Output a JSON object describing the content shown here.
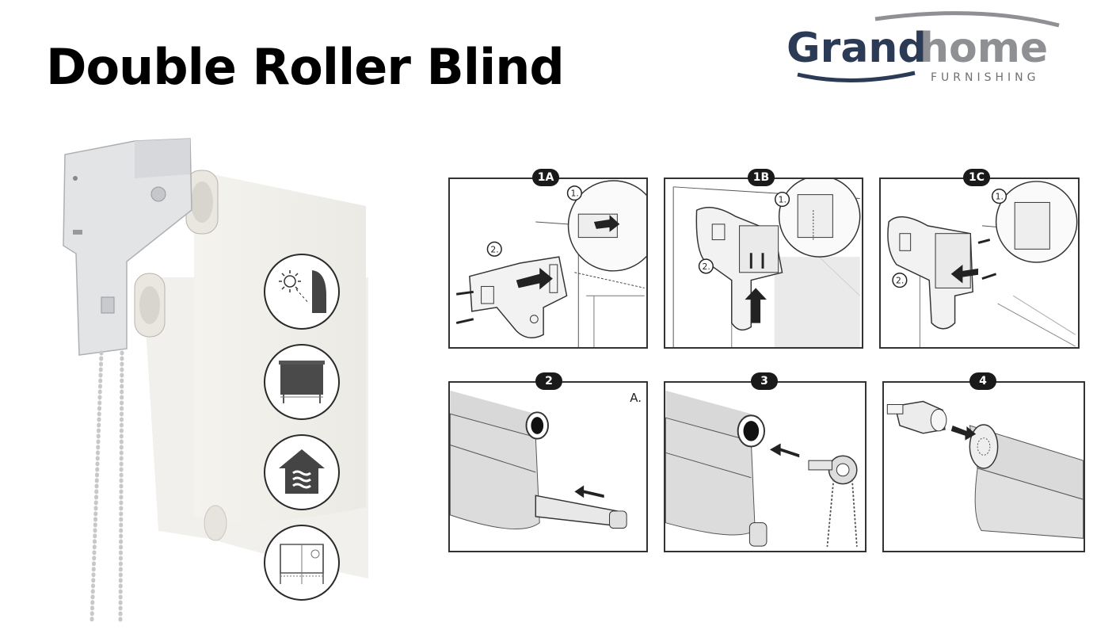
{
  "title": "Double Roller Blind",
  "logo": {
    "word1": "Grand",
    "word2": "home",
    "sub": "FURNISHING"
  },
  "features": [
    {
      "icon": "sun-ray-blocking-icon"
    },
    {
      "icon": "window-blind-icon"
    },
    {
      "icon": "home-insulation-icon"
    },
    {
      "icon": "window-measure-icon"
    }
  ],
  "steps": {
    "s1a": {
      "badge": "1A",
      "c1": "1.",
      "c2": "2."
    },
    "s1b": {
      "badge": "1B",
      "c1": "1.",
      "c2": "2."
    },
    "s1c": {
      "badge": "1C",
      "c1": "1.",
      "c2": "2."
    },
    "s2": {
      "badge": "2",
      "corner": "A."
    },
    "s3": {
      "badge": "3"
    },
    "s4": {
      "badge": "4"
    }
  },
  "colors": {
    "logo_dark": "#2b3a55",
    "logo_grey": "#8e9094",
    "badge": "#1a1a1a"
  }
}
